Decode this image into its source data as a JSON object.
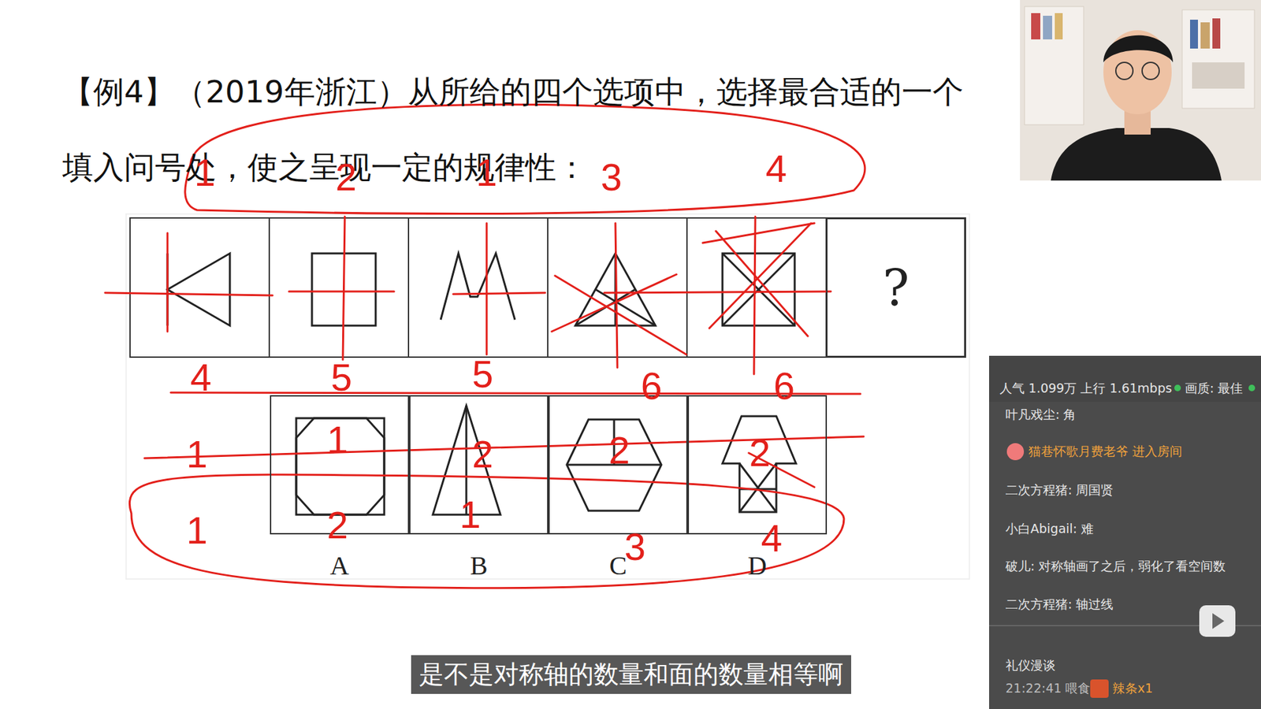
{
  "diagram": {
    "title": "【例4】（2019年浙江）从所给的四个选项中，选择最合适的一个填入问号处，使之呈现一定的规律性：",
    "caption": "是不是对称轴的数量和面的数量相等啊",
    "nodes": [
      {
        "text": [
          "?"
        ]
      },
      {
        "text": [
          "A"
        ]
      },
      {
        "text": [
          "B"
        ]
      },
      {
        "text": [
          "C"
        ]
      },
      {
        "text": [
          "D"
        ]
      }
    ],
    "labels": [
      "1",
      "2",
      "1",
      "3",
      "4",
      "4",
      "5",
      "5",
      "6",
      "6",
      "1",
      "1",
      "2",
      "2",
      "2",
      "1",
      "2",
      "1",
      "3",
      "4",
      "人气 1.099万 上行 1.61mbps",
      "画质: 最佳",
      "叶凡戏尘: 角",
      "猫巷怀歌月费老爷 进入房间",
      "二次方程猪: 周国贤",
      "小白Abigail: 难",
      "破儿: 对称轴画了之后，弱化了看空间数",
      "二次方程猪: 轴过线",
      "礼仪漫谈",
      "21:22:41 喂食",
      "辣条x1"
    ]
  }
}
